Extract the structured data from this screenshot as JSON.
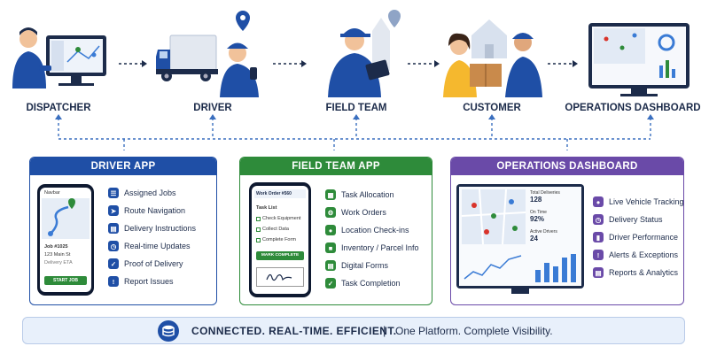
{
  "roles": [
    {
      "label": "DISPATCHER"
    },
    {
      "label": "DRIVER"
    },
    {
      "label": "FIELD TEAM"
    },
    {
      "label": "CUSTOMER"
    },
    {
      "label": "OPERATIONS DASHBOARD"
    }
  ],
  "driver_app": {
    "title": "DRIVER APP",
    "phone": {
      "header": "Navbar",
      "job": "Job #1025",
      "address": "123 Main St",
      "eta": "Delivery ETA",
      "button": "START JOB"
    },
    "features": [
      "Assigned Jobs",
      "Route Navigation",
      "Delivery Instructions",
      "Real-time Updates",
      "Proof of Delivery",
      "Report Issues"
    ]
  },
  "field_app": {
    "title": "FIELD TEAM APP",
    "phone": {
      "order": "Work Order #560",
      "task_list": "Task List",
      "tasks": [
        "Check Equipment",
        "Collect Data",
        "Complete Form"
      ],
      "button": "MARK COMPLETE"
    },
    "features": [
      "Task Allocation",
      "Work Orders",
      "Location Check-ins",
      "Inventory / Parcel Info",
      "Digital Forms",
      "Task Completion"
    ]
  },
  "ops_dashboard": {
    "title": "OPERATIONS DASHBOARD",
    "stats": [
      {
        "label": "Total Deliveries",
        "value": "128"
      },
      {
        "label": "On Time",
        "value": "92%"
      },
      {
        "label": "Active Drivers",
        "value": "24"
      }
    ],
    "features": [
      "Live Vehicle Tracking",
      "Delivery Status",
      "Driver Performance",
      "Alerts & Exceptions",
      "Reports & Analytics"
    ]
  },
  "footer": {
    "tagline": "CONNECTED. REAL-TIME. EFFICIENT.",
    "separator": "|",
    "subtitle": "One Platform. Complete Visibility."
  },
  "colors": {
    "blue": "#1f4fa6",
    "green": "#2e8b3a",
    "purple": "#6a4aa8",
    "navy": "#1c2b4a"
  }
}
